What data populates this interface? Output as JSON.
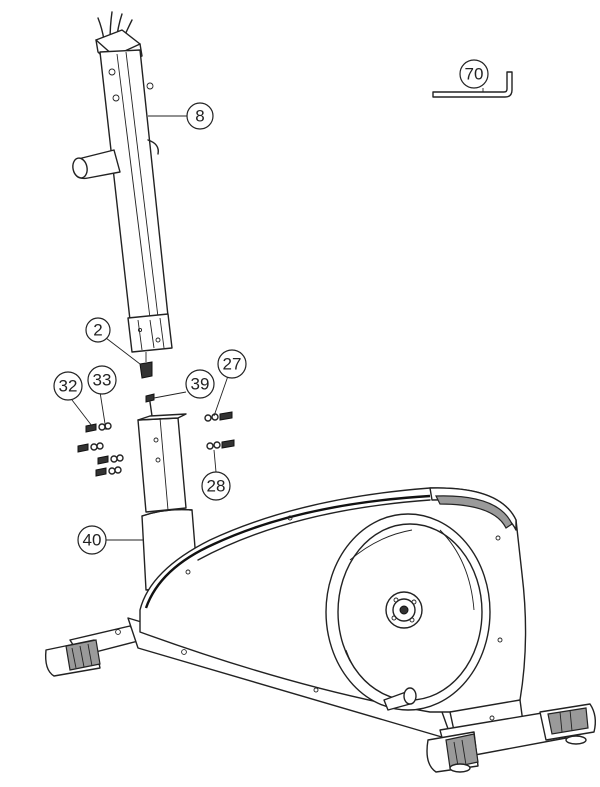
{
  "callouts": {
    "handle_post": "8",
    "allen_key": "70",
    "cable_connector": "2",
    "bolt_left": "32",
    "washer_left": "33",
    "screw_top": "39",
    "bolt_right": "27",
    "washer_right": "28",
    "front_post_cover": "40"
  }
}
